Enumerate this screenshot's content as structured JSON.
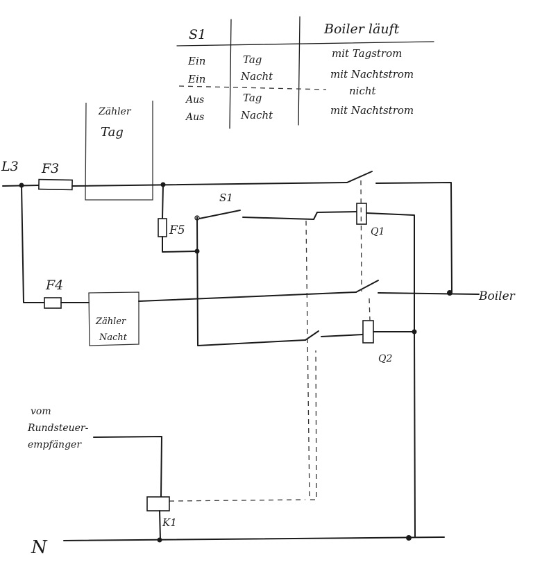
{
  "table": {
    "headers": [
      "S1",
      "",
      "Boiler läuft"
    ],
    "rows": [
      [
        "Ein",
        "Tag",
        "mit Tagstrom"
      ],
      [
        "Ein",
        "Nacht",
        "mit Nachtstrom"
      ],
      [
        "Aus",
        "Tag",
        "nicht"
      ],
      [
        "Aus",
        "Nacht",
        "mit Nachtstrom"
      ]
    ]
  },
  "labels": {
    "L3": "L3",
    "N": "N",
    "F3": "F3",
    "F4": "F4",
    "F5": "F5",
    "S1": "S1",
    "Q1": "Q1",
    "Q2": "Q2",
    "K1": "K1",
    "boiler": "Boiler",
    "meter_day_line1": "Zähler",
    "meter_day_line2": "Tag",
    "meter_night_line1": "Zähler",
    "meter_night_line2": "Nacht",
    "receiver_line1": "vom",
    "receiver_line2": "Rundsteuer-",
    "receiver_line3": "empfänger"
  }
}
